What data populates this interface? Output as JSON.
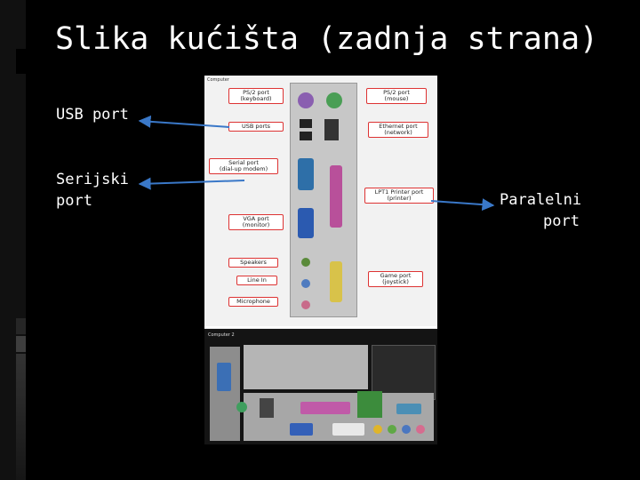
{
  "slide": {
    "title": "Slika kućišta (zadnja strana)",
    "labels": {
      "usb": "USB port",
      "serial": "Serijski\nport",
      "parallel": "Paralelni\nport"
    }
  },
  "photo": {
    "caption_top": "Computer",
    "caption_bottom": "Computer 2",
    "tags": {
      "ps2_keyboard": "PS/2 port\n(keyboard)",
      "usb_ports": "USB ports",
      "serial_port": "Serial port\n(dial-up modem)",
      "vga_port": "VGA port\n(monitor)",
      "speakers": "Speakers",
      "line_in": "Line In",
      "microphone": "Microphone",
      "ps2_mouse": "PS/2 port\n(mouse)",
      "ethernet": "Ethernet port\n(network)",
      "lpt1": "LPT1 Printer port\n(printer)",
      "game_port": "Game port\n(joystick)"
    }
  },
  "colors": {
    "background": "#000000",
    "text": "#ffffff",
    "arrow": "#3a78c8",
    "accent_bar_top": "#3b3b3b",
    "accent_bar_bottom": "#151515"
  }
}
